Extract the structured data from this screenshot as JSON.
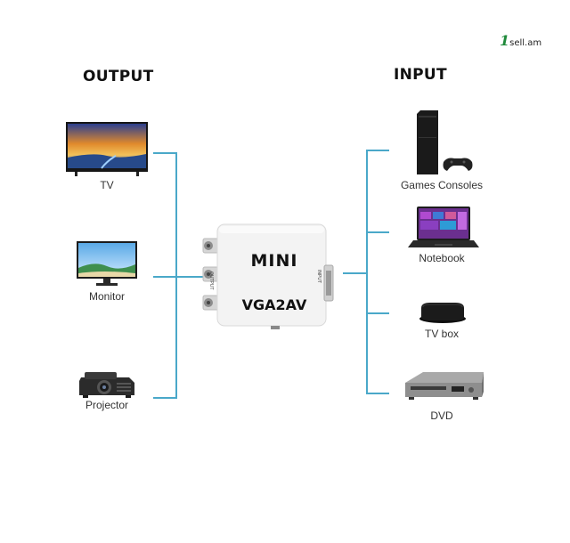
{
  "logo": {
    "number": "1",
    "text": "sell.am"
  },
  "headings": {
    "output": "OUTPUT",
    "input": "INPUT"
  },
  "outputs": [
    {
      "label": "TV",
      "icon": "tv-icon"
    },
    {
      "label": "Monitor",
      "icon": "monitor-icon"
    },
    {
      "label": "Projector",
      "icon": "projector-icon"
    }
  ],
  "inputs": [
    {
      "label": "Games Consoles",
      "icon": "game-console-icon"
    },
    {
      "label": "Notebook",
      "icon": "notebook-icon"
    },
    {
      "label": "TV box",
      "icon": "tv-box-icon"
    },
    {
      "label": "DVD",
      "icon": "dvd-player-icon"
    }
  ],
  "converter": {
    "title": "MINI",
    "model": "VGA2AV",
    "left_side_text": "OUTPUT",
    "right_side_text": "INPUT"
  },
  "colors": {
    "connector_line": "#4aa8c9",
    "device_body": "#f1f1f1"
  }
}
